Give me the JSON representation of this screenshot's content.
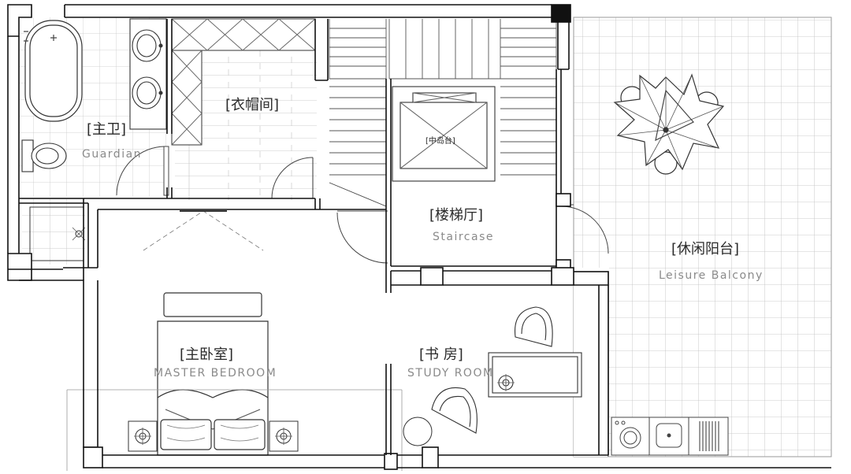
{
  "rooms": {
    "master_bath": {
      "zh": "[主卫]",
      "en": "Guardian"
    },
    "cloakroom": {
      "zh": "[衣帽间]"
    },
    "island": {
      "zh": "[中岛台]"
    },
    "stair_hall": {
      "zh": "[楼梯厅]",
      "en": "Staircase"
    },
    "leisure_balcony": {
      "zh": "[休闲阳台]",
      "en": "Leisure Balcony"
    },
    "master_bedroom": {
      "zh": "[主卧室]",
      "en": "MASTER BEDROOM"
    },
    "study": {
      "zh": "[书 房]",
      "en": "STUDY ROOM"
    }
  }
}
